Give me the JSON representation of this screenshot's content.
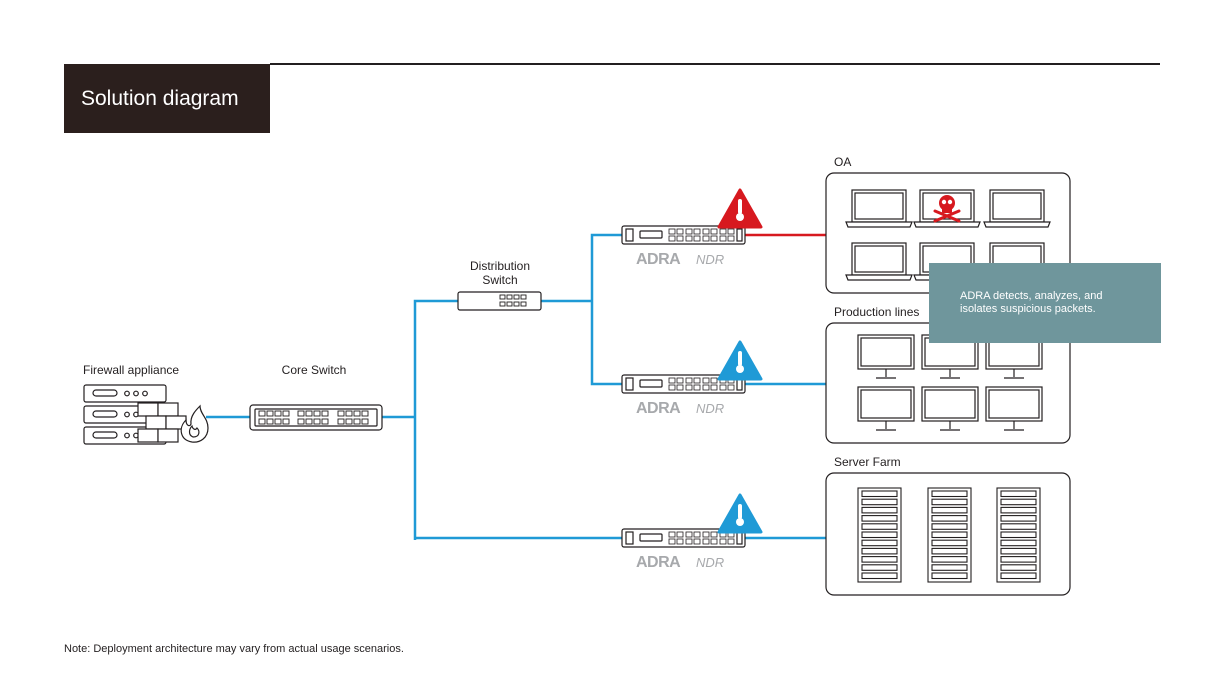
{
  "title": "Solution diagram",
  "labels": {
    "firewall": "Firewall appliance",
    "core_switch": "Core Switch",
    "distribution_switch_line1": "Distribution",
    "distribution_switch_line2": "Switch",
    "oa": "OA",
    "production_lines": "Production lines",
    "server_farm": "Server Farm"
  },
  "ndr_brand": {
    "name": "ADRA",
    "suffix": "NDR"
  },
  "callout": {
    "line1": "ADRA detects, analyzes, and",
    "line2": "isolates suspicious packets."
  },
  "note": "Note: Deployment architecture may vary from actual usage scenarios.",
  "colors": {
    "network_line": "#1f9ad6",
    "alert": "#d7191f",
    "normal": "#1f9ad6",
    "callout_bg": "#6f969c",
    "title_bg": "#2b1f1d"
  }
}
